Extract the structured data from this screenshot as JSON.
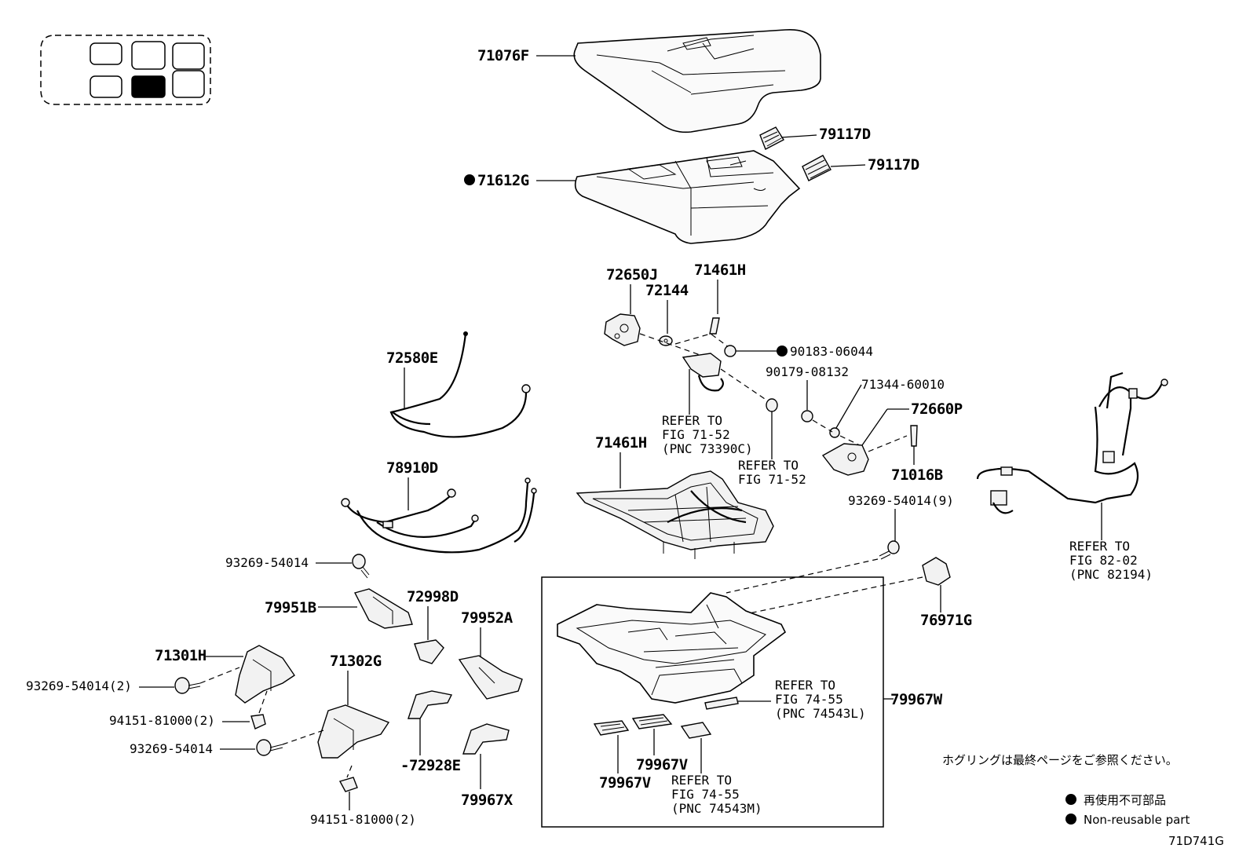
{
  "parts": [
    {
      "id": "p71076F",
      "label": "71076F"
    },
    {
      "id": "p79117D_a",
      "label": "79117D"
    },
    {
      "id": "p79117D_b",
      "label": "79117D"
    },
    {
      "id": "p71612G",
      "label": "71612G",
      "non_reusable": true
    },
    {
      "id": "p72650J",
      "label": "72650J"
    },
    {
      "id": "p71461H_a",
      "label": "71461H"
    },
    {
      "id": "p72144",
      "label": "72144"
    },
    {
      "id": "p90183",
      "label": "90183-06044",
      "non_reusable": true
    },
    {
      "id": "p90179",
      "label": "90179-08132"
    },
    {
      "id": "p71344",
      "label": "71344-60010"
    },
    {
      "id": "p72660P",
      "label": "72660P"
    },
    {
      "id": "p72580E",
      "label": "72580E"
    },
    {
      "id": "p71016B",
      "label": "71016B"
    },
    {
      "id": "p71461H_b",
      "label": "71461H"
    },
    {
      "id": "p78910D",
      "label": "78910D"
    },
    {
      "id": "p93269_9",
      "label": "93269-54014(9)"
    },
    {
      "id": "p93269_single_a",
      "label": "93269-54014"
    },
    {
      "id": "p79951B",
      "label": "79951B"
    },
    {
      "id": "p72998D",
      "label": "72998D"
    },
    {
      "id": "p79952A",
      "label": "79952A"
    },
    {
      "id": "p76971G",
      "label": "76971G"
    },
    {
      "id": "p71301H",
      "label": "71301H"
    },
    {
      "id": "p93269_2",
      "label": "93269-54014(2)"
    },
    {
      "id": "p71302G",
      "label": "71302G"
    },
    {
      "id": "p94151_a",
      "label": "94151-81000(2)"
    },
    {
      "id": "p93269_single_b",
      "label": "93269-54014"
    },
    {
      "id": "p72928E",
      "label": "-72928E"
    },
    {
      "id": "p79967X",
      "label": "79967X"
    },
    {
      "id": "p79967W",
      "label": "79967W"
    },
    {
      "id": "p79967V_a",
      "label": "79967V"
    },
    {
      "id": "p79967V_b",
      "label": "79967V"
    },
    {
      "id": "p94151_b",
      "label": "94151-81000(2)"
    }
  ],
  "refs": [
    {
      "id": "ref73390C",
      "lines": [
        "REFER TO",
        "FIG 71-52",
        "(PNC 73390C)"
      ]
    },
    {
      "id": "ref7152",
      "lines": [
        "REFER TO",
        "FIG 71-52"
      ]
    },
    {
      "id": "ref82194",
      "lines": [
        "REFER TO",
        "FIG 82-02",
        "(PNC 82194)"
      ]
    },
    {
      "id": "ref74543L",
      "lines": [
        "REFER TO",
        "FIG 74-55",
        "(PNC 74543L)"
      ]
    },
    {
      "id": "ref74543M",
      "lines": [
        "REFER TO",
        "FIG 74-55",
        "(PNC 74543M)"
      ]
    }
  ],
  "notes": {
    "hog_ring": "ホグリングは最終ページをご参照ください。",
    "legend_jp": "再使用不可部品",
    "legend_en": "Non-reusable part",
    "figure_code": "71D741G"
  },
  "seat_locator": {
    "selected_position": "second-row-center"
  }
}
